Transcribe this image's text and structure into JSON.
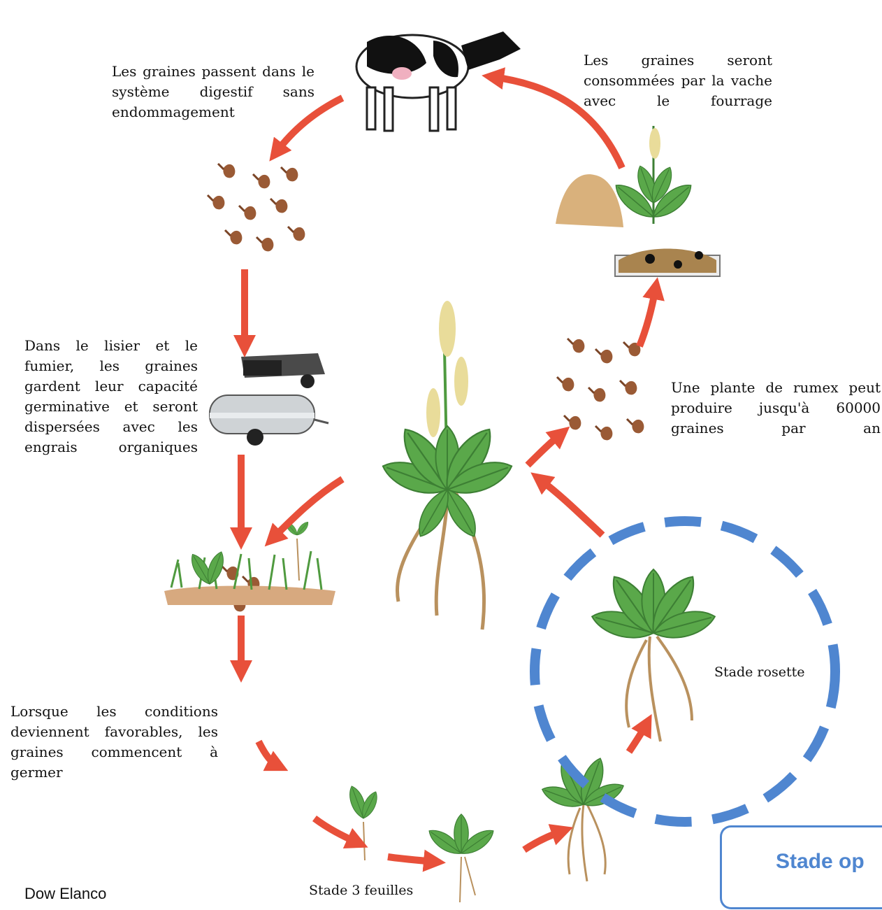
{
  "annotations": {
    "digestion": "Les graines passent dans le système digestif sans endommagement",
    "cow_eats": "Les graines seront consommées par la vache avec le fourrage",
    "manure": "Dans le lisier et le fumier, les graines gardent leur capacité germinative et seront dispersées avec les engrais organiques",
    "seed_production": "Une plante de rumex peut produire jusqu'à 60000 graines par an",
    "germination": "Lorsque les conditions deviennent favorables, les graines commencent à germer"
  },
  "stage_labels": {
    "three_leaves": "Stade 3 feuilles",
    "rosette": "Stade rosette"
  },
  "callout": {
    "text": "Stade op"
  },
  "credit": "Dow Elanco",
  "colors": {
    "arrow": "#e8503a",
    "highlight": "#4f86d0",
    "leaf": "#5aa84a",
    "root": "#b9915e",
    "seed": "#9a5a35"
  }
}
